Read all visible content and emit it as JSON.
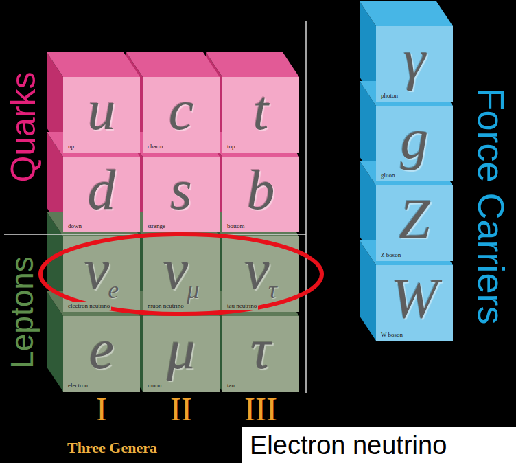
{
  "diagram": {
    "nodes": [
      {
        "text": [
          "u",
          "up"
        ]
      },
      {
        "text": [
          "c",
          "charm"
        ]
      },
      {
        "text": [
          "t",
          "top"
        ]
      },
      {
        "text": [
          "γ",
          "photon"
        ]
      },
      {
        "text": [
          "d",
          "down"
        ]
      },
      {
        "text": [
          "s",
          "strange"
        ]
      },
      {
        "text": [
          "b",
          "bottom"
        ]
      },
      {
        "text": [
          "g",
          "gluon"
        ]
      },
      {
        "text": [
          "ν",
          "e",
          "electron neutrino"
        ]
      },
      {
        "text": [
          "ν",
          "μ",
          "muon neutrino"
        ]
      },
      {
        "text": [
          "ν",
          "τ",
          "tau neutrino"
        ]
      },
      {
        "text": [
          "Z",
          "Z boson"
        ]
      },
      {
        "text": [
          "e",
          "electron"
        ]
      },
      {
        "text": [
          "μ",
          "muon"
        ]
      },
      {
        "text": [
          "τ",
          "tau"
        ]
      },
      {
        "text": [
          "W",
          "W boson"
        ]
      },
      {
        "text": [
          "Electron neutrino"
        ]
      }
    ],
    "labels": [
      "Quarks",
      "Leptons",
      "Force Carriers",
      "I",
      "II",
      "III",
      "Three Genera"
    ]
  }
}
